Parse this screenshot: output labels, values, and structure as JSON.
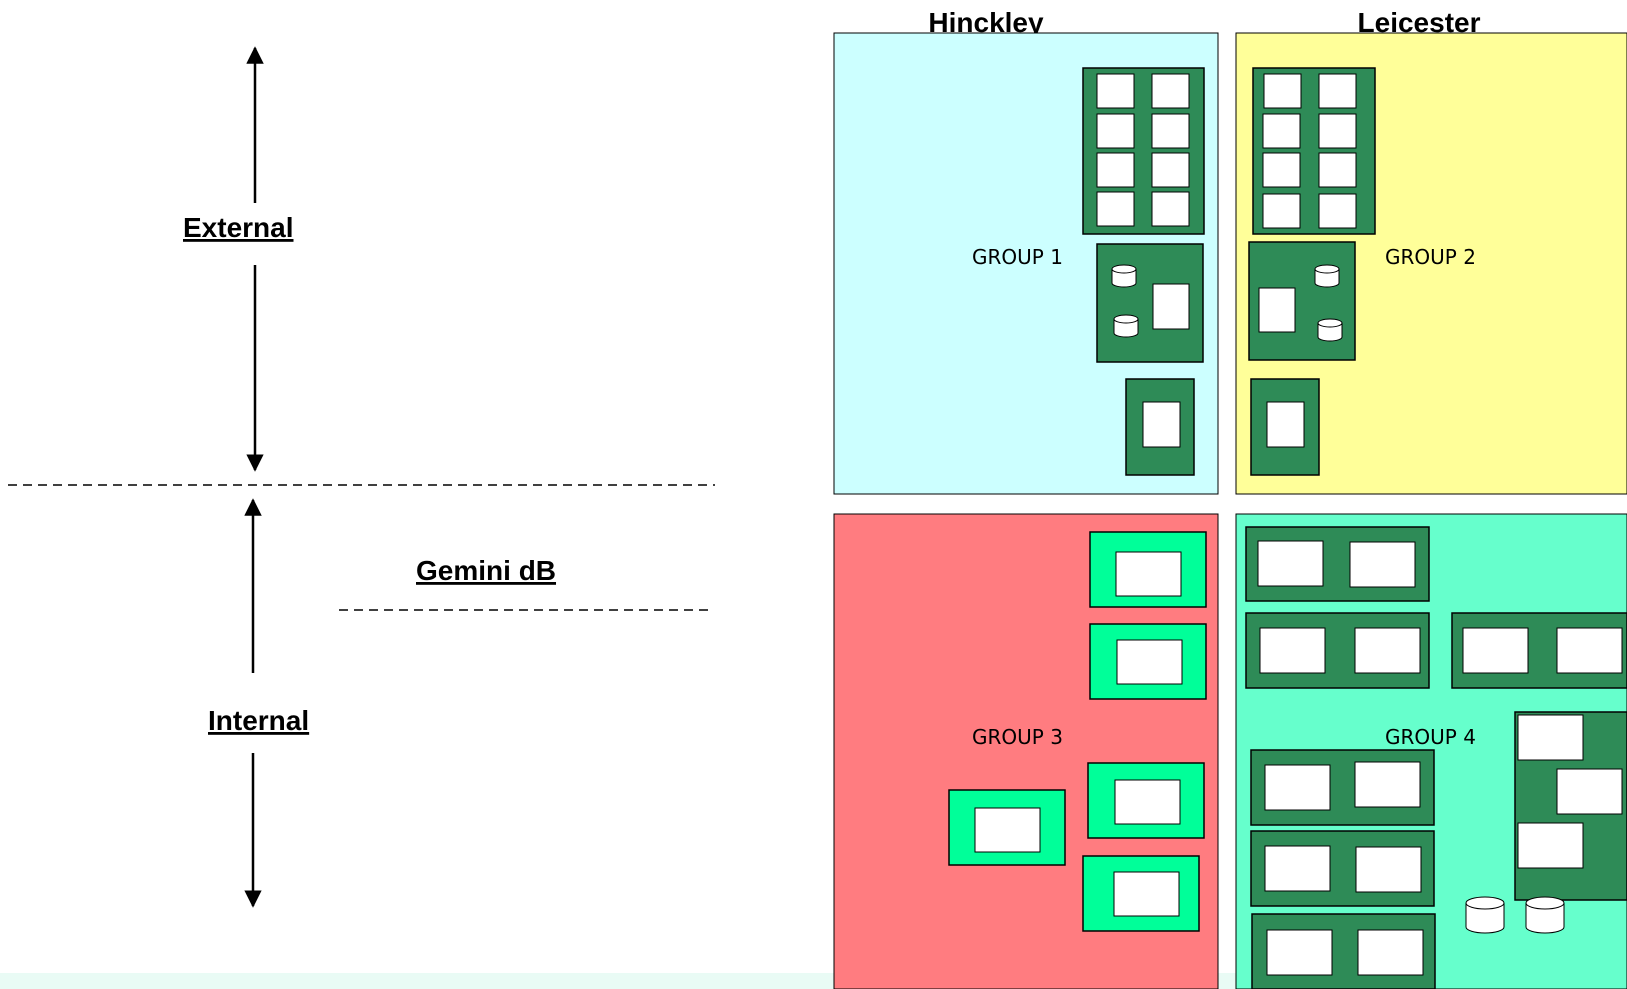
{
  "labels": {
    "external": "External",
    "internal": "Internal",
    "gemini": "Gemini dB"
  },
  "regions": [
    {
      "id": "hinckley",
      "heading": "Hinckley",
      "group": "GROUP 1",
      "color": "#ccffff"
    },
    {
      "id": "leicester",
      "heading": "Leicester",
      "group": "GROUP 2",
      "color": "#ffff99"
    },
    {
      "id": "group3",
      "heading": "",
      "group": "GROUP 3",
      "color": "#ff7c80"
    },
    {
      "id": "group4",
      "heading": "",
      "group": "GROUP 4",
      "color": "#66ffcc"
    }
  ],
  "colors": {
    "dark_green": "#2e8b57",
    "bright_green": "#00ff99",
    "box_white": "#ffffff",
    "outline": "#000000"
  }
}
